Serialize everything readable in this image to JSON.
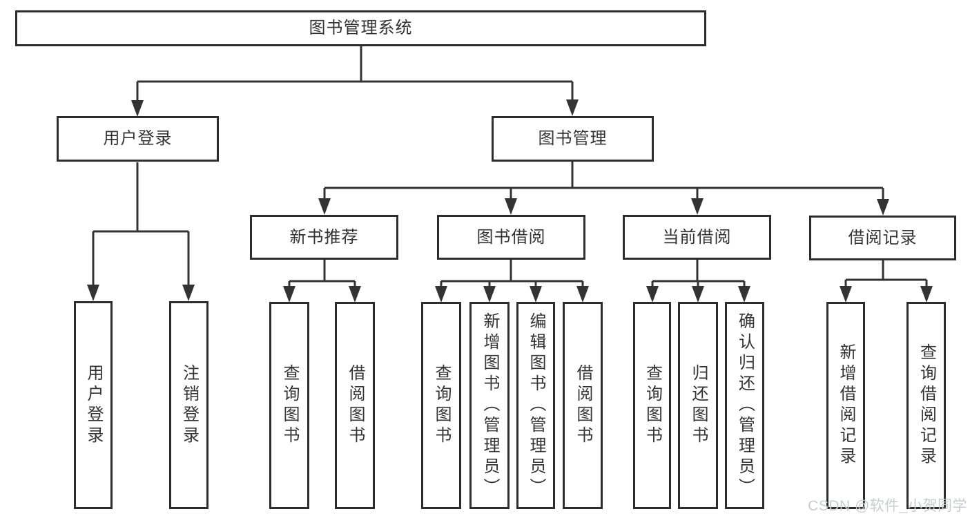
{
  "watermark": "CSDN @软件_小贺同学",
  "colors": {
    "line": "#333333",
    "box_border": "#2d2d2d",
    "text": "#333333",
    "watermark": "#c8ccd1",
    "background": "#ffffff"
  },
  "diagram": {
    "root": {
      "label": "图书管理系统"
    },
    "branches": [
      {
        "label": "用户登录",
        "children": [
          {
            "label": "用户登录"
          },
          {
            "label": "注销登录"
          }
        ]
      },
      {
        "label": "图书管理",
        "children": [
          {
            "label": "新书推荐",
            "children": [
              {
                "label": "查询图书"
              },
              {
                "label": "借阅图书"
              }
            ]
          },
          {
            "label": "图书借阅",
            "children": [
              {
                "label": "查询图书"
              },
              {
                "label": "新增图书（管理员）"
              },
              {
                "label": "编辑图书（管理员）"
              },
              {
                "label": "借阅图书"
              }
            ]
          },
          {
            "label": "当前借阅",
            "children": [
              {
                "label": "查询图书"
              },
              {
                "label": "归还图书"
              },
              {
                "label": "确认归还（管理员）"
              }
            ]
          },
          {
            "label": "借阅记录",
            "children": [
              {
                "label": "新增借阅记录"
              },
              {
                "label": "查询借阅记录"
              }
            ]
          }
        ]
      }
    ]
  }
}
